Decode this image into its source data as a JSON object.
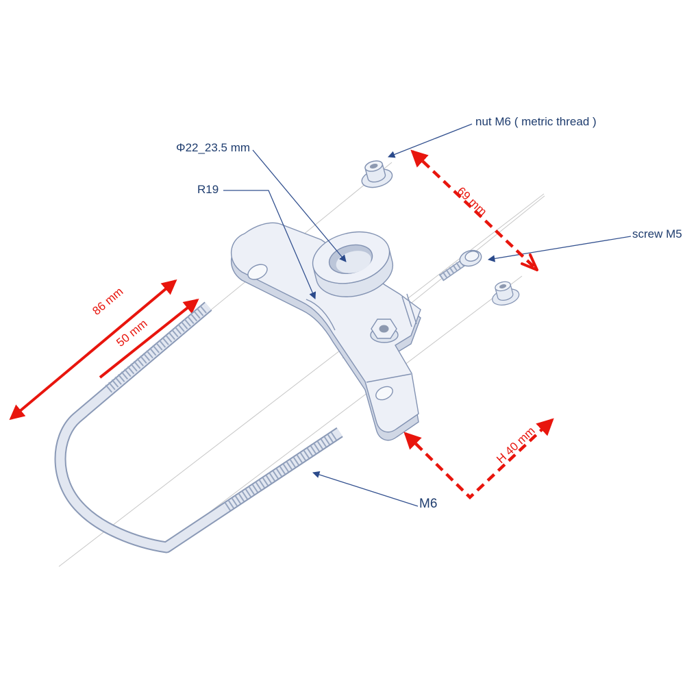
{
  "diagram": {
    "labels": {
      "nut_m6": "nut M6 ( metric thread )",
      "diameter": "Φ22_23.5 mm",
      "radius": "R19",
      "screw_m5": "screw M5",
      "u_bolt": "M6"
    },
    "dimensions": {
      "outer_width": "86 mm",
      "inner_width": "50 mm",
      "length": "69 mm",
      "height": "H 40 mm"
    },
    "colors": {
      "label_text": "#1e3c6e",
      "dimension_red": "#e8150d",
      "part_fill": "#edf0f7",
      "part_outline": "#8292b2",
      "construction_line": "#c6c6c6"
    }
  }
}
